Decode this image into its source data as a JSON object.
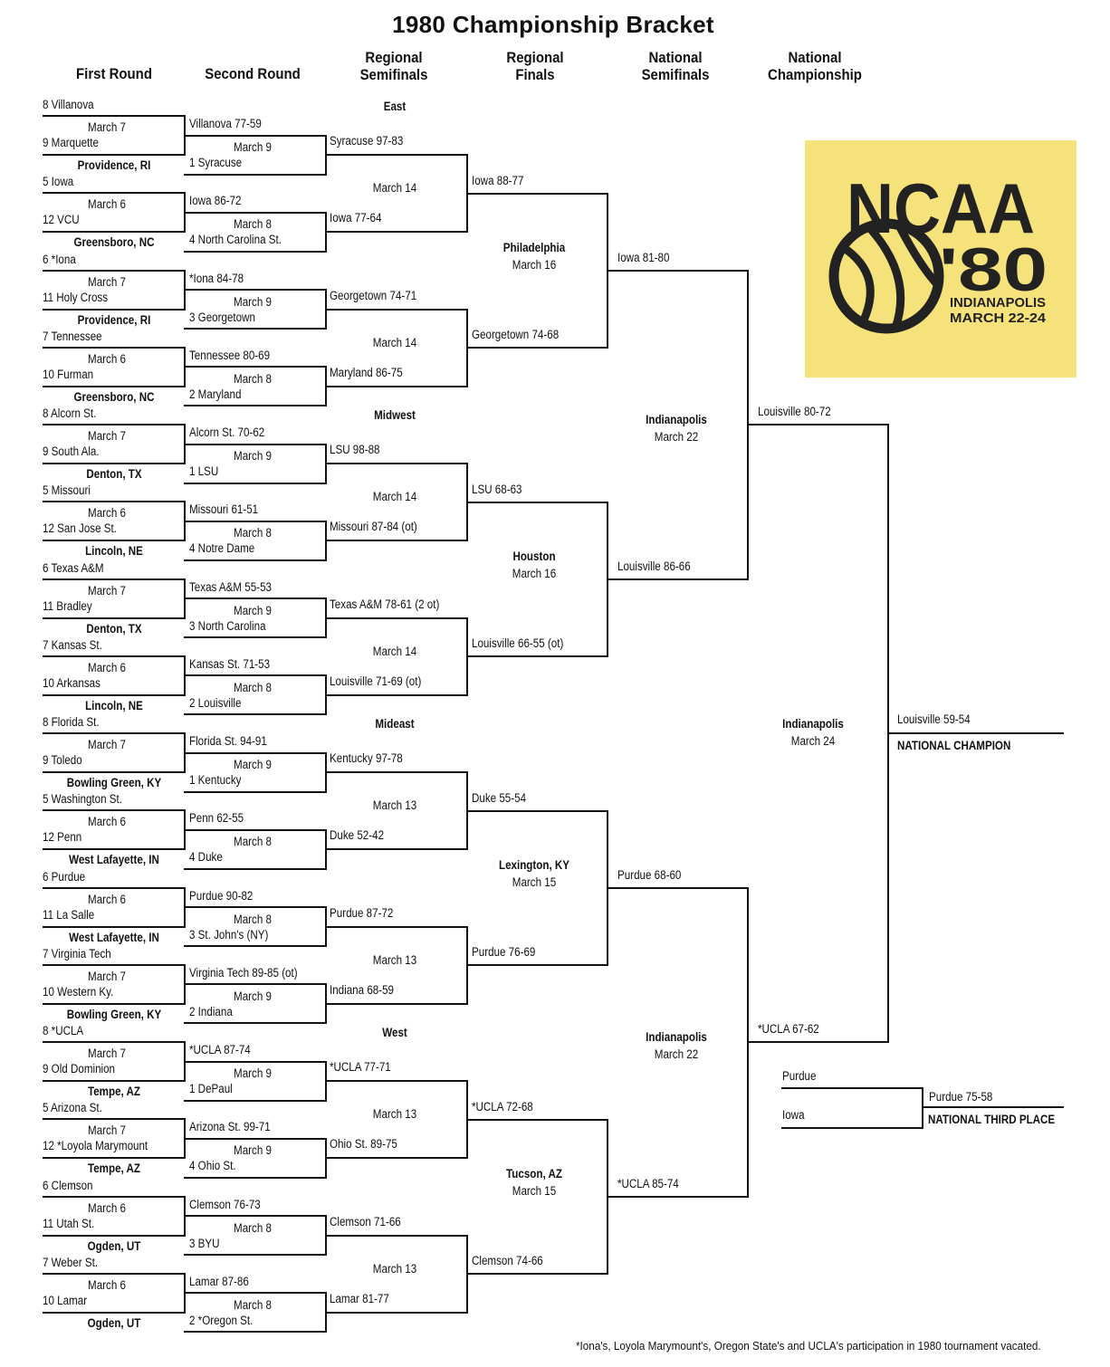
{
  "title": "1980 Championship Bracket",
  "headers": {
    "first_round": "First Round",
    "second_round": "Second  Round",
    "regional_semifinals": "Regional\nSemifinals",
    "regional_finals": "Regional\nFinals",
    "national_semifinals": "National\nSemifinals",
    "national_championship": "National\nChampionship"
  },
  "logo": {
    "text": "NCAA '80",
    "city": "INDIANAPOLIS",
    "dates": "MARCH 22-24"
  },
  "regions": [
    {
      "name": "East",
      "pods": [
        {
          "top_seed": "8 Villanova",
          "date": "March 7",
          "bottom_seed": "9 Marquette",
          "site": "Providence, RI",
          "winner": "Villanova 77-59",
          "second_date": "March 9",
          "second_opp": "1 Syracuse",
          "second_winner": "Syracuse 97-83"
        },
        {
          "top_seed": "5 Iowa",
          "date": "March 6",
          "bottom_seed": "12 VCU",
          "site": "Greensboro, NC",
          "winner": "Iowa 86-72",
          "second_date": "March 8",
          "second_opp": "4 North Carolina St.",
          "second_winner": "Iowa 77-64"
        },
        {
          "top_seed": "6 *Iona",
          "date": "March 7",
          "bottom_seed": "11 Holy Cross",
          "site": "Providence, RI",
          "winner": "*Iona 84-78",
          "second_date": "March 9",
          "second_opp": "3 Georgetown",
          "second_winner": "Georgetown 74-71"
        },
        {
          "top_seed": "7 Tennessee",
          "date": "March 6",
          "bottom_seed": "10 Furman",
          "site": "Greensboro, NC",
          "winner": "Tennessee 80-69",
          "second_date": "March 8",
          "second_opp": "2 Maryland",
          "second_winner": "Maryland 86-75"
        }
      ],
      "semis_dates": [
        "March 14",
        "March 14"
      ],
      "semis_winners": [
        "Iowa 88-77",
        "Georgetown 74-68"
      ],
      "final_site": "Philadelphia",
      "final_date": "March 16",
      "champion": "Iowa 81-80"
    },
    {
      "name": "Midwest",
      "pods": [
        {
          "top_seed": "8 Alcorn St.",
          "date": "March 7",
          "bottom_seed": "9 South Ala.",
          "site": "Denton, TX",
          "winner": "Alcorn St. 70-62",
          "second_date": "March 9",
          "second_opp": "1 LSU",
          "second_winner": "LSU 98-88"
        },
        {
          "top_seed": "5 Missouri",
          "date": "March 6",
          "bottom_seed": "12 San Jose St.",
          "site": "Lincoln, NE",
          "winner": "Missouri 61-51",
          "second_date": "March 8",
          "second_opp": "4 Notre Dame",
          "second_winner": "Missouri 87-84 (ot)"
        },
        {
          "top_seed": "6 Texas A&M",
          "date": "March 7",
          "bottom_seed": "11 Bradley",
          "site": "Denton, TX",
          "winner": "Texas A&M 55-53",
          "second_date": "March 9",
          "second_opp": "3 North Carolina",
          "second_winner": "Texas A&M 78-61 (2 ot)"
        },
        {
          "top_seed": "7 Kansas St.",
          "date": "March 6",
          "bottom_seed": "10 Arkansas",
          "site": "Lincoln, NE",
          "winner": "Kansas St. 71-53",
          "second_date": "March 8",
          "second_opp": "2 Louisville",
          "second_winner": "Louisville 71-69 (ot)"
        }
      ],
      "semis_dates": [
        "March 14",
        "March 14"
      ],
      "semis_winners": [
        "LSU 68-63",
        "Louisville 66-55 (ot)"
      ],
      "final_site": "Houston",
      "final_date": "March 16",
      "champion": "Louisville 86-66"
    },
    {
      "name": "Mideast",
      "pods": [
        {
          "top_seed": "8 Florida St.",
          "date": "March 7",
          "bottom_seed": "9 Toledo",
          "site": "Bowling Green, KY",
          "winner": "Florida St. 94-91",
          "second_date": "March 9",
          "second_opp": "1 Kentucky",
          "second_winner": "Kentucky 97-78"
        },
        {
          "top_seed": "5 Washington St.",
          "date": "March 6",
          "bottom_seed": "12 Penn",
          "site": "West Lafayette, IN",
          "winner": "Penn 62-55",
          "second_date": "March 8",
          "second_opp": "4 Duke",
          "second_winner": "Duke 52-42"
        },
        {
          "top_seed": "6 Purdue",
          "date": "March 6",
          "bottom_seed": "11 La Salle",
          "site": "West Lafayette, IN",
          "winner": "Purdue 90-82",
          "second_date": "March 8",
          "second_opp": "3 St. John's (NY)",
          "second_winner": "Purdue 87-72"
        },
        {
          "top_seed": "7 Virginia Tech",
          "date": "March 7",
          "bottom_seed": "10 Western Ky.",
          "site": "Bowling Green, KY",
          "winner": "Virginia Tech 89-85 (ot)",
          "second_date": "March 9",
          "second_opp": "2 Indiana",
          "second_winner": "Indiana 68-59"
        }
      ],
      "semis_dates": [
        "March 13",
        "March 13"
      ],
      "semis_winners": [
        "Duke 55-54",
        "Purdue 76-69"
      ],
      "final_site": "Lexington, KY",
      "final_date": "March 15",
      "champion": "Purdue 68-60"
    },
    {
      "name": "West",
      "pods": [
        {
          "top_seed": "8 *UCLA",
          "date": "March 7",
          "bottom_seed": "9 Old Dominion",
          "site": "Tempe, AZ",
          "winner": "*UCLA 87-74",
          "second_date": "March 9",
          "second_opp": "1 DePaul",
          "second_winner": "*UCLA 77-71"
        },
        {
          "top_seed": "5 Arizona St.",
          "date": "March 7",
          "bottom_seed": "12 *Loyola Marymount",
          "site": "Tempe, AZ",
          "winner": "Arizona St. 99-71",
          "second_date": "March 9",
          "second_opp": "4 Ohio St.",
          "second_winner": "Ohio St. 89-75"
        },
        {
          "top_seed": "6 Clemson",
          "date": "March 6",
          "bottom_seed": "11 Utah St.",
          "site": "Ogden, UT",
          "winner": "Clemson 76-73",
          "second_date": "March 8",
          "second_opp": "3 BYU",
          "second_winner": "Clemson 71-66"
        },
        {
          "top_seed": "7 Weber St.",
          "date": "March 6",
          "bottom_seed": "10 Lamar",
          "site": "Ogden, UT",
          "winner": "Lamar 87-86",
          "second_date": "March 8",
          "second_opp": "2 *Oregon St.",
          "second_winner": "Lamar 81-77"
        }
      ],
      "semis_dates": [
        "March 13",
        "March 13"
      ],
      "semis_winners": [
        "*UCLA 72-68",
        "Clemson 74-66"
      ],
      "final_site": "Tucson, AZ",
      "final_date": "March 15",
      "champion": "*UCLA 85-74"
    }
  ],
  "national_semis": [
    {
      "site": "Indianapolis",
      "date": "March 22",
      "winner": "Louisville 80-72"
    },
    {
      "site": "Indianapolis",
      "date": "March 22",
      "winner": "*UCLA 67-62"
    }
  ],
  "championship": {
    "site": "Indianapolis",
    "date": "March 24",
    "winner": "Louisville 59-54",
    "label": "NATIONAL CHAMPION"
  },
  "third_place": {
    "team_a": "Purdue",
    "team_b": "Iowa",
    "winner": "Purdue 75-58",
    "label": "NATIONAL THIRD PLACE"
  },
  "footnote": "*Iona's, Loyola Marymount's, Oregon State's and UCLA's participation in 1980 tournament vacated."
}
